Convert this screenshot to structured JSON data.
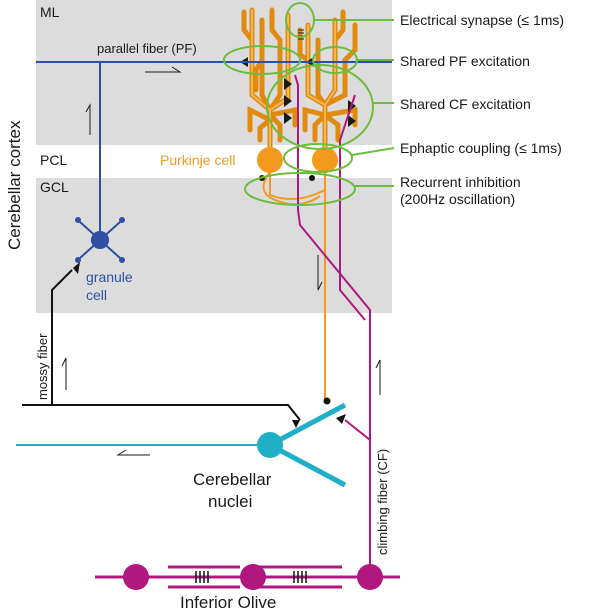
{
  "regions": {
    "ml": "ML",
    "pcl": "PCL",
    "gcl": "GCL",
    "cortex": "Cerebellar cortex"
  },
  "cells": {
    "purkinje": "Purkinje cell",
    "granule_line1": "granule",
    "granule_line2": "cell",
    "nuclei_line1": "Cerebellar",
    "nuclei_line2": "nuclei",
    "olive": "Inferior Olive"
  },
  "fibers": {
    "parallel": "parallel fiber (PF)",
    "mossy": "mossy fiber",
    "climbing": "climbing fiber (CF)"
  },
  "annotations": [
    "Electrical synapse (≤ 1ms)",
    "Shared PF excitation",
    "Shared CF excitation",
    "Ephaptic coupling (≤ 1ms)",
    "Recurrent inhibition",
    "(200Hz oscillation)"
  ],
  "colors": {
    "layer_gray": "#dcdcdc",
    "parallel_fiber": "#2e4fa3",
    "purkinje": "#f39a1f",
    "climbing_fiber": "#b0187f",
    "nuclei": "#1fb0c8",
    "annotation": "#6cbd3c",
    "mossy": "#111111"
  }
}
